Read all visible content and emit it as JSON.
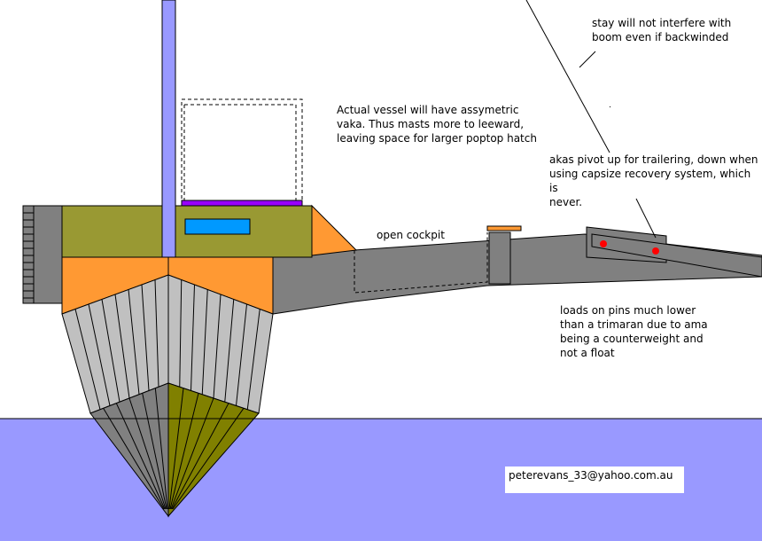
{
  "colors": {
    "water": "#9999ff",
    "mast": "#9999ff",
    "cabin": "#999933",
    "deck": "#ff9933",
    "hull_light": "#c0c0c0",
    "hull_dark": "#808080",
    "hull_olive": "#808000",
    "window": "#0099ff",
    "hatch": "#9900ff",
    "pin": "#ff0000"
  },
  "notes": {
    "vessel": "Actual vessel will have assymetric\nvaka. Thus masts more to leeward,\nleaving space for larger poptop hatch",
    "stay": "stay will not interfere with\nboom even if backwinded",
    "cockpit": "open cockpit",
    "akas": "akas pivot up for trailering, down when\nusing capsize recovery system, which is\nnever.",
    "loads": "loads on pins much lower\nthan a trimaran due to ama\nbeing a counterweight and\nnot a float"
  },
  "email": "peterevans_33@yahoo.com.au"
}
